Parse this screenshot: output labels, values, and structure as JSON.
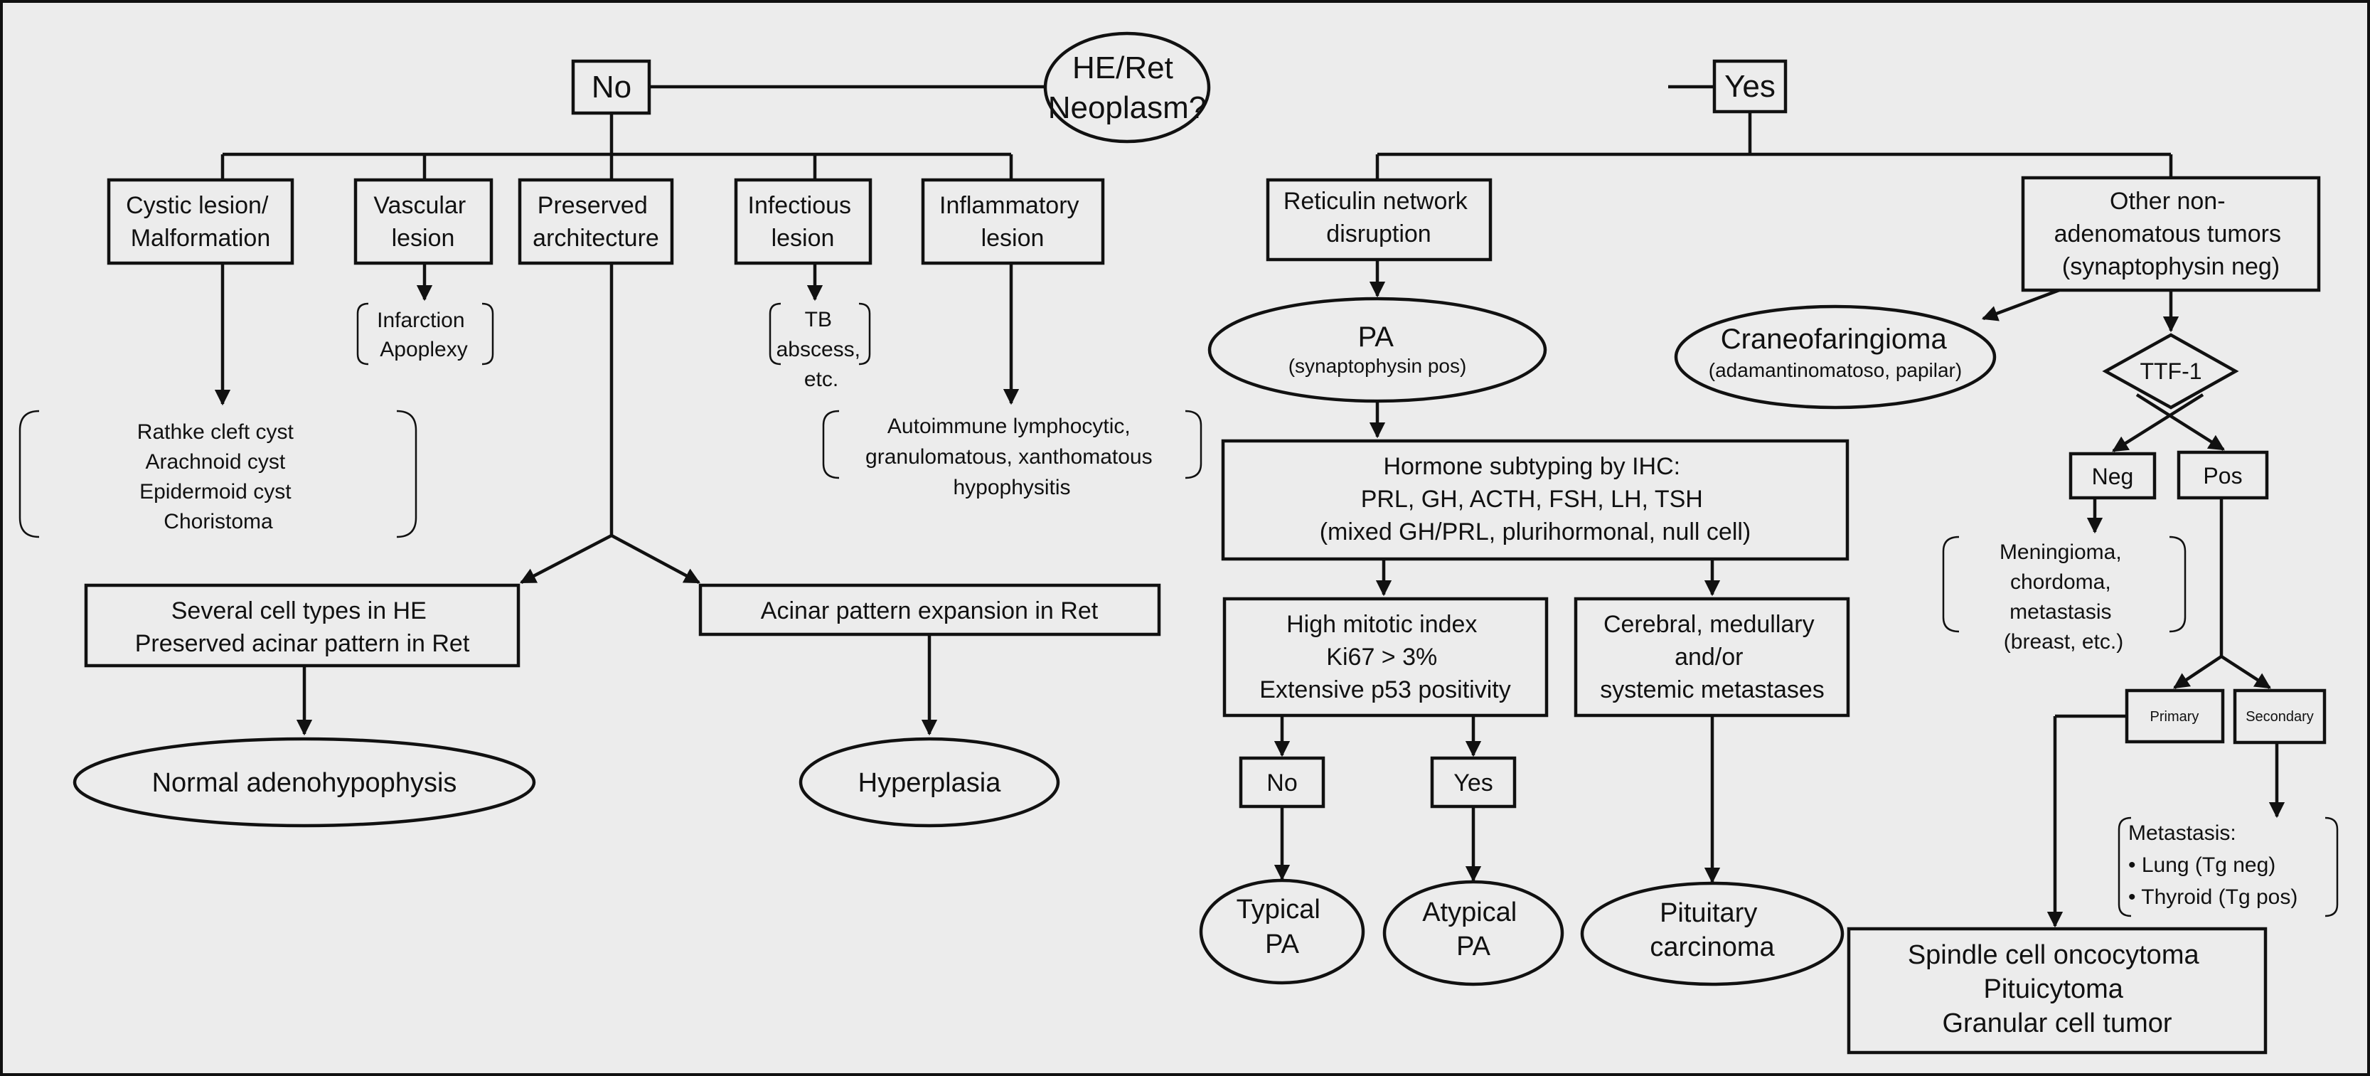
{
  "nodes": {
    "root": [
      "HE/Ret",
      "Neoplasm?"
    ],
    "no": [
      "No"
    ],
    "yes": [
      "Yes"
    ],
    "cystic": [
      "Cystic lesion/",
      "Malformation"
    ],
    "vascular": [
      "Vascular",
      "lesion"
    ],
    "preserved": [
      "Preserved",
      "architecture"
    ],
    "infectious": [
      "Infectious",
      "lesion"
    ],
    "inflammatory": [
      "Inflammatory",
      "lesion"
    ],
    "infarction": [
      "Infarction",
      "Apoplexy"
    ],
    "tb": [
      "TB",
      "abscess,",
      "etc."
    ],
    "cysts": [
      "Rathke cleft cyst",
      "Arachnoid cyst",
      "Epidermoid cyst",
      "Choristoma"
    ],
    "autoimmune": [
      "Autoimmune lymphocytic,",
      "granulomatous, xanthomatous",
      "hypophysitis"
    ],
    "several": [
      "Several cell types in HE",
      "Preserved acinar pattern in Ret"
    ],
    "acinar": [
      "Acinar pattern expansion in Ret"
    ],
    "normal": [
      "Normal adenohypophysis"
    ],
    "hyperplasia": [
      "Hyperplasia"
    ],
    "reticulin": [
      "Reticulin network",
      "disruption"
    ],
    "pa": [
      "PA",
      "(synaptophysin pos)"
    ],
    "hormone": [
      "Hormone subtyping by IHC:",
      "PRL, GH, ACTH, FSH, LH, TSH",
      "(mixed GH/PRL, plurihormonal, null cell)"
    ],
    "mitotic": [
      "High mitotic index",
      "Ki67 > 3%",
      "Extensive p53 positivity"
    ],
    "cerebral": [
      "Cerebral, medullary",
      "and/or",
      "systemic metastases"
    ],
    "no2": [
      "No"
    ],
    "yes2": [
      "Yes"
    ],
    "typical": [
      "Typical",
      "PA"
    ],
    "atypical": [
      "Atypical",
      "PA"
    ],
    "carcinoma": [
      "Pituitary",
      "carcinoma"
    ],
    "other": [
      "Other non-",
      "adenomatous tumors",
      "(synaptophysin neg)"
    ],
    "cranio": [
      "Craneofaringioma",
      "(adamantinomatoso, papilar)"
    ],
    "ttf1": [
      "TTF-1"
    ],
    "neg": [
      "Neg"
    ],
    "pos": [
      "Pos"
    ],
    "meningioma": [
      "Meningioma,",
      "chordoma,",
      "metastasis",
      "(breast, etc.)"
    ],
    "primary": [
      "Primary"
    ],
    "secondary": [
      "Secondary"
    ],
    "metastasis": [
      "Metastasis:",
      "• Lung (Tg neg)",
      "• Thyroid (Tg pos)"
    ],
    "spindle": [
      "Spindle cell oncocytoma",
      "Pituicytoma",
      "Granular cell tumor"
    ]
  }
}
